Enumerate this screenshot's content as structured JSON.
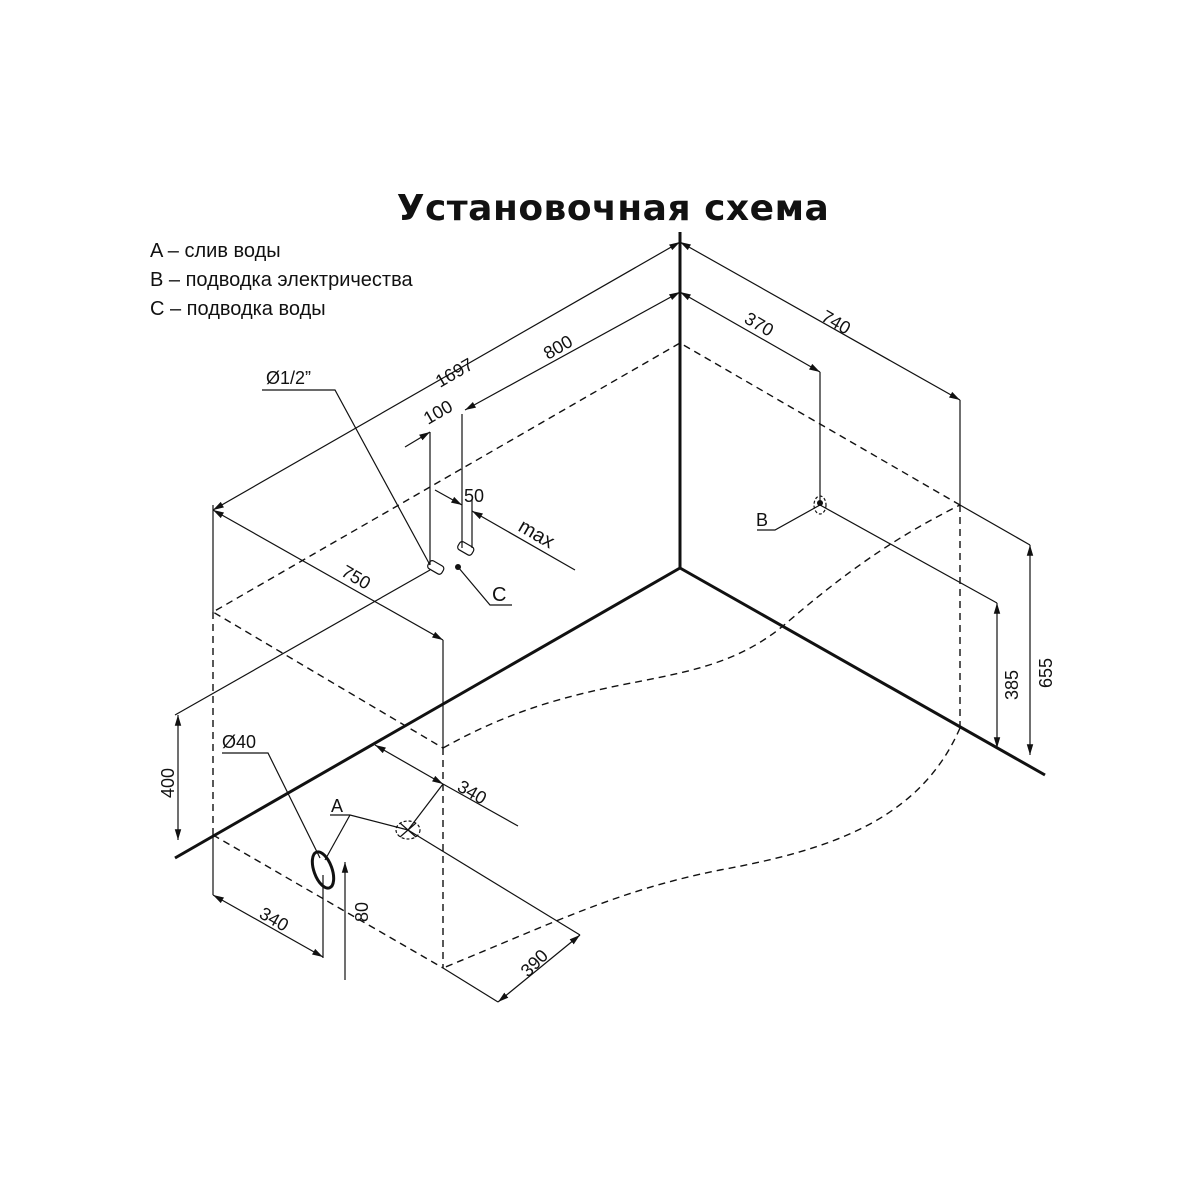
{
  "title": "Установочная схема",
  "legend": [
    "A – слив воды",
    "B – подводка электричества",
    "C – подводка воды"
  ],
  "dimensions": {
    "d1697": "1697",
    "d800": "800",
    "d100": "100",
    "d50": "50",
    "max": "max",
    "d750": "750",
    "d370": "370",
    "d740": "740",
    "d385": "385",
    "d655": "655",
    "d400": "400",
    "d340_mid": "340",
    "d340_bottom": "340",
    "d80": "80",
    "d390": "390",
    "pipe_diameter": "Ø1/2”",
    "drain_diameter": "Ø40"
  },
  "points": {
    "a": "A",
    "b": "B",
    "c": "C"
  }
}
